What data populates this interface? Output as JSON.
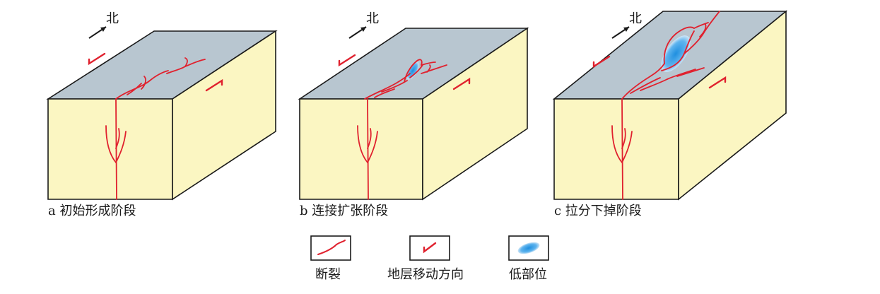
{
  "north_label": "北",
  "blocks": [
    {
      "caption": "a 初始形成阶段"
    },
    {
      "caption": "b 连接扩张阶段"
    },
    {
      "caption": "c 拉分下掉阶段"
    }
  ],
  "legend": [
    {
      "label": "断裂",
      "icon": "fault-line"
    },
    {
      "label": "地层移动方向",
      "icon": "movement-arrow"
    },
    {
      "label": "低部位",
      "icon": "low-area"
    }
  ],
  "colors": {
    "top_face": "#b8c6d0",
    "side_face": "#fbf6c2",
    "outline": "#1a1a1a",
    "fault": "#e0212e",
    "low_area": "#2f9be6"
  }
}
